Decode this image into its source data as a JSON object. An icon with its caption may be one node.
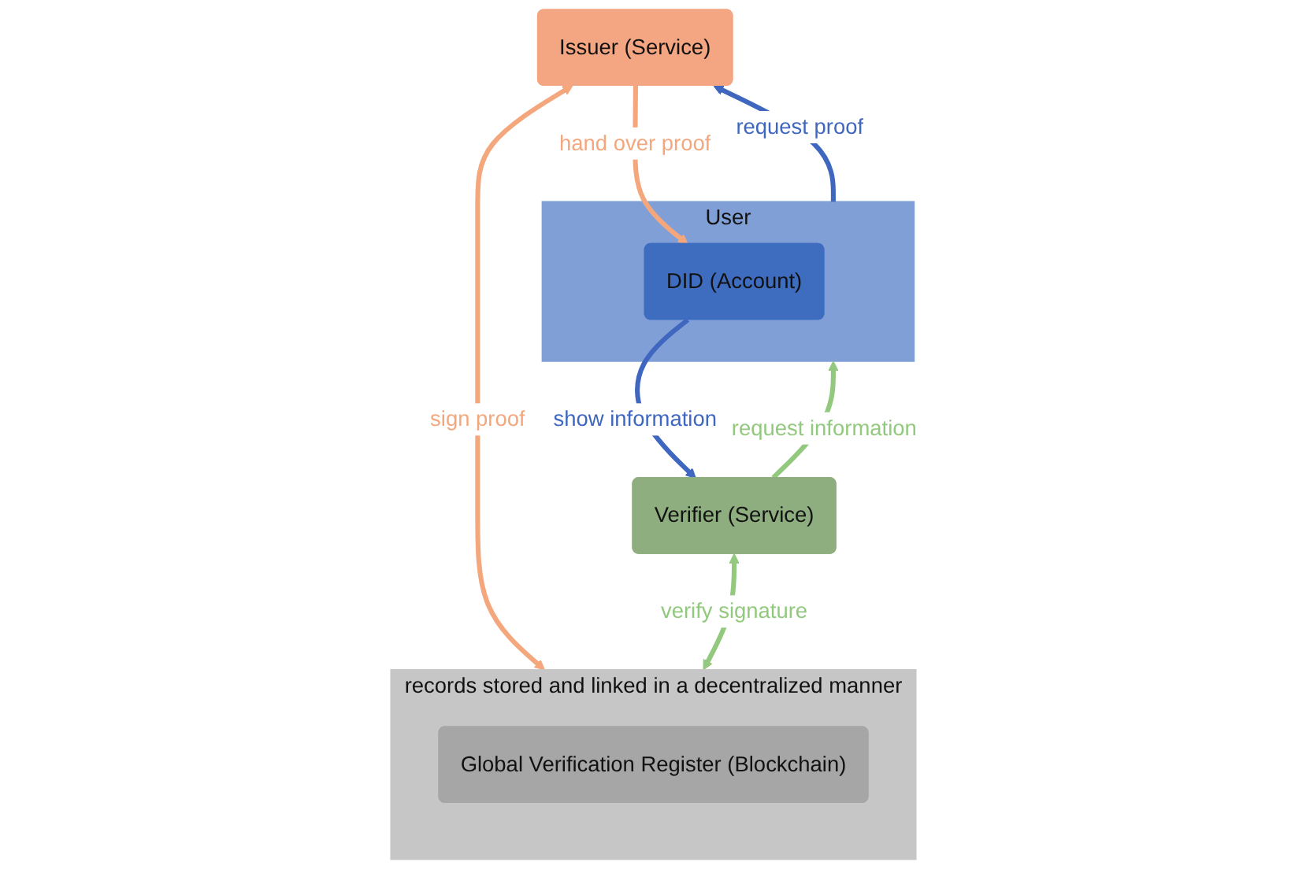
{
  "diagram": {
    "nodes": [
      {
        "text": [
          "Issuer (Service)"
        ]
      },
      {
        "text": [
          "User"
        ]
      },
      {
        "text": [
          "DID (Account)"
        ],
        "in": 1
      },
      {
        "text": [
          "Verifier (Service)"
        ]
      },
      {
        "text": [
          "records stored and linked in a decentralized manner"
        ]
      },
      {
        "text": [
          "Global Verification Register (Blockchain)"
        ],
        "in": 4
      }
    ],
    "edges": [
      {
        "from": 1,
        "to": 0,
        "arrow": "to",
        "label": "request proof",
        "color": "#3f67c0"
      },
      {
        "from": 0,
        "to": 2,
        "arrow": "to",
        "label": "hand over proof",
        "color": "#f4a77c"
      },
      {
        "from": 3,
        "to": 1,
        "arrow": "to",
        "label": "request information",
        "color": "#93c97f"
      },
      {
        "from": 2,
        "to": 3,
        "arrow": "to",
        "label": "show information",
        "color": "#3f67c0"
      },
      {
        "from": 0,
        "to": 4,
        "arrow": "both",
        "label": "sign proof",
        "color": "#f4a77c"
      },
      {
        "from": 3,
        "to": 4,
        "arrow": "both",
        "label": "verify signature",
        "color": "#93c97f"
      }
    ]
  }
}
